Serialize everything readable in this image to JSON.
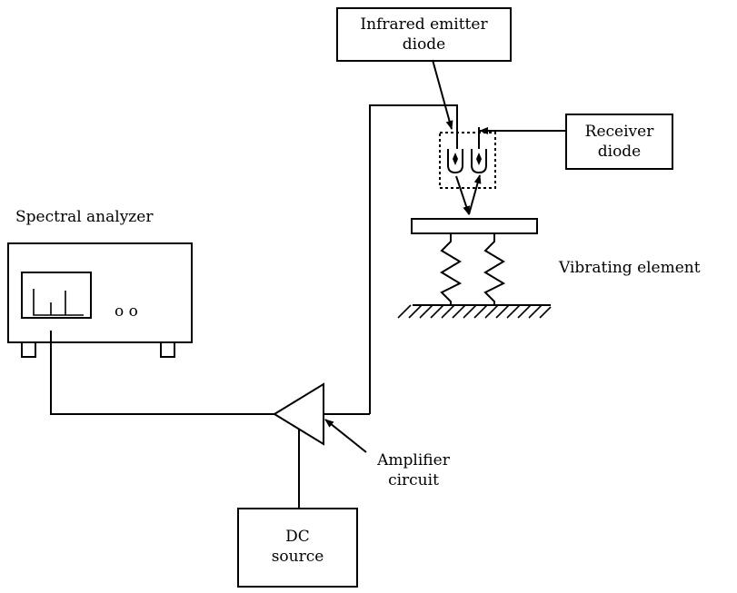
{
  "labels": {
    "infrared_emitter": [
      "Infrared emitter",
      "diode"
    ],
    "receiver": [
      "Receiver",
      "diode"
    ],
    "spectral_analyzer": "Spectral analyzer",
    "vibrating_element": "Vibrating element",
    "amplifier": [
      "Amplifier",
      "circuit"
    ],
    "dc_source": [
      "DC",
      "source"
    ],
    "analyzer_knobs": "o o"
  },
  "colors": {
    "stroke": "#000000",
    "background": "#ffffff"
  }
}
